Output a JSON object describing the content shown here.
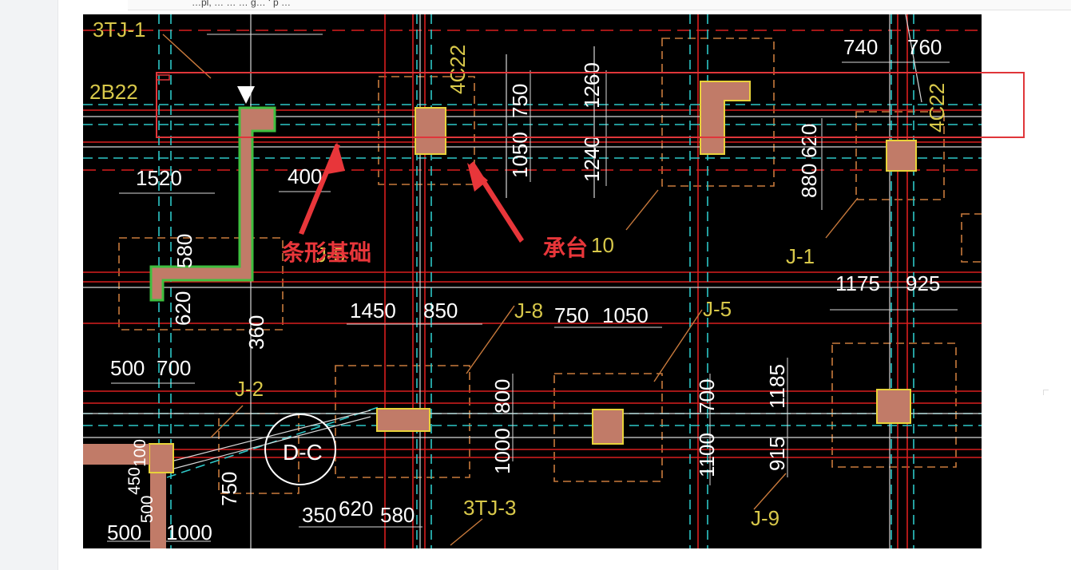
{
  "top_strip_text": "…pl, … … … g… ‘ p …",
  "callouts": {
    "strip_foundation": "条形基础",
    "pile_cap": "承台"
  },
  "cad_labels": {
    "beam_3tj1": "3TJ-1",
    "rebar_2b22": "2B22",
    "rebar_4c22_a": "4C22",
    "rebar_4c22_b": "4C22",
    "j5a": "J-5",
    "j10": "10",
    "j1": "J-1",
    "j8": "J-8",
    "j5b": "J-5",
    "j2": "J-2",
    "dc": "D-C",
    "tj3": "3TJ-3",
    "j9": "J-9",
    "dim_740": "740",
    "dim_760": "760",
    "dim_750a": "750",
    "dim_1260": "1260",
    "dim_1050a": "1050",
    "dim_1240": "1240",
    "dim_620a": "620",
    "dim_880": "880",
    "dim_1520": "1520",
    "dim_400": "400",
    "dim_580a": "580",
    "dim_620b": "620",
    "dim_360": "360",
    "dim_1450": "1450",
    "dim_850": "850",
    "dim_750b": "750",
    "dim_1050b": "1050",
    "dim_1175": "1175",
    "dim_925": "925",
    "dim_500a": "500",
    "dim_700a": "700",
    "dim_800": "800",
    "dim_1000a": "1000",
    "dim_700b": "700",
    "dim_1100": "1100",
    "dim_1185": "1185",
    "dim_915": "915",
    "dim_100": "100",
    "dim_450": "450",
    "dim_500b": "500",
    "dim_750c": "750",
    "dim_350": "350",
    "dim_620c": "620",
    "dim_580b": "580",
    "dim_500c": "500",
    "dim_1000b": "1000"
  },
  "colors": {
    "canvas": "#000000",
    "red_line": "#d91f1f",
    "cyan_dash": "#2ec7c7",
    "white_line": "#dcdcdc",
    "yellow_text": "#d8c84a",
    "orange_dash": "#c97a3c",
    "cap_fill": "#c17b68",
    "highlight_box": "#e0363a",
    "callout_text": "#e8363a"
  }
}
